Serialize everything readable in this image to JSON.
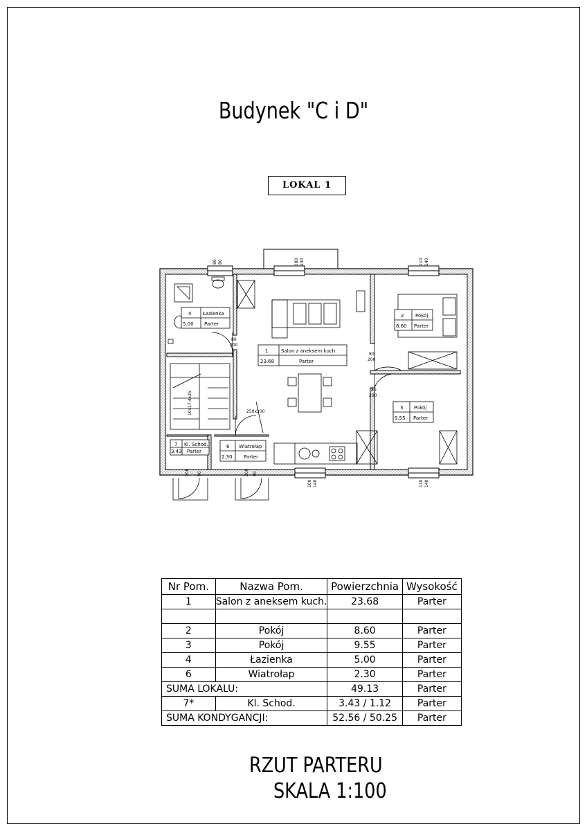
{
  "title": "Budynek \"C i D\"",
  "lokal": "LOKAL 1",
  "plan_labels": {
    "room1": {
      "nr": "1",
      "name": "Salon z aneksem kuch.",
      "area": "23.68",
      "level": "Parter"
    },
    "room2": {
      "nr": "2",
      "name": "Pokój",
      "area": "8.60",
      "level": "Parter"
    },
    "room3": {
      "nr": "3",
      "name": "Pokój",
      "area": "9.55",
      "level": "Parter"
    },
    "room4": {
      "nr": "4",
      "name": "Łazienka",
      "area": "5.00",
      "level": "Parter"
    },
    "room6": {
      "nr": "6",
      "name": "Wiatrołap",
      "area": "2.30",
      "level": "Parter"
    },
    "room7": {
      "nr": "7",
      "name": "Kl. Schod.",
      "area": "3.43",
      "level": "Parter"
    },
    "dims": {
      "top_left": [
        "80",
        "80"
      ],
      "top_mid": [
        "180",
        "230"
      ],
      "top_right": [
        "110",
        "140"
      ],
      "bottom_mid": [
        "100",
        "140"
      ],
      "bottom_right": [
        "110",
        "140"
      ],
      "door_80": "80",
      "door_200": "200",
      "door_90": "90",
      "stair_note": "10x17,4x25",
      "vest_door": "250x200"
    }
  },
  "table": {
    "headers": [
      "Nr Pom.",
      "Nazwa Pom.",
      "Powierzchnia",
      "Wysokość"
    ],
    "rows": [
      {
        "nr": "1",
        "name": "Salon z aneksem kuch.",
        "area": "23.68",
        "level": "Parter"
      },
      {
        "nr": "",
        "name": "",
        "area": "",
        "level": ""
      },
      {
        "nr": "2",
        "name": "Pokój",
        "area": "8.60",
        "level": "Parter"
      },
      {
        "nr": "3",
        "name": "Pokój",
        "area": "9.55",
        "level": "Parter"
      },
      {
        "nr": "4",
        "name": "Łazienka",
        "area": "5.00",
        "level": "Parter"
      },
      {
        "nr": "6",
        "name": "Wiatrołap",
        "area": "2.30",
        "level": "Parter"
      }
    ],
    "suma_lokalu": {
      "label": "SUMA LOKALU:",
      "area": "49.13",
      "level": "Parter"
    },
    "row7": {
      "nr": "7*",
      "name": "Kl. Schod.",
      "area": "3.43 / 1.12",
      "level": "Parter"
    },
    "suma_kondygnacji": {
      "label": "SUMA KONDYGANCJI:",
      "area": "52.56 / 50.25",
      "level": "Parter"
    }
  },
  "footer": {
    "line1": "RZUT PARTERU",
    "line2": "SKALA 1:100"
  }
}
